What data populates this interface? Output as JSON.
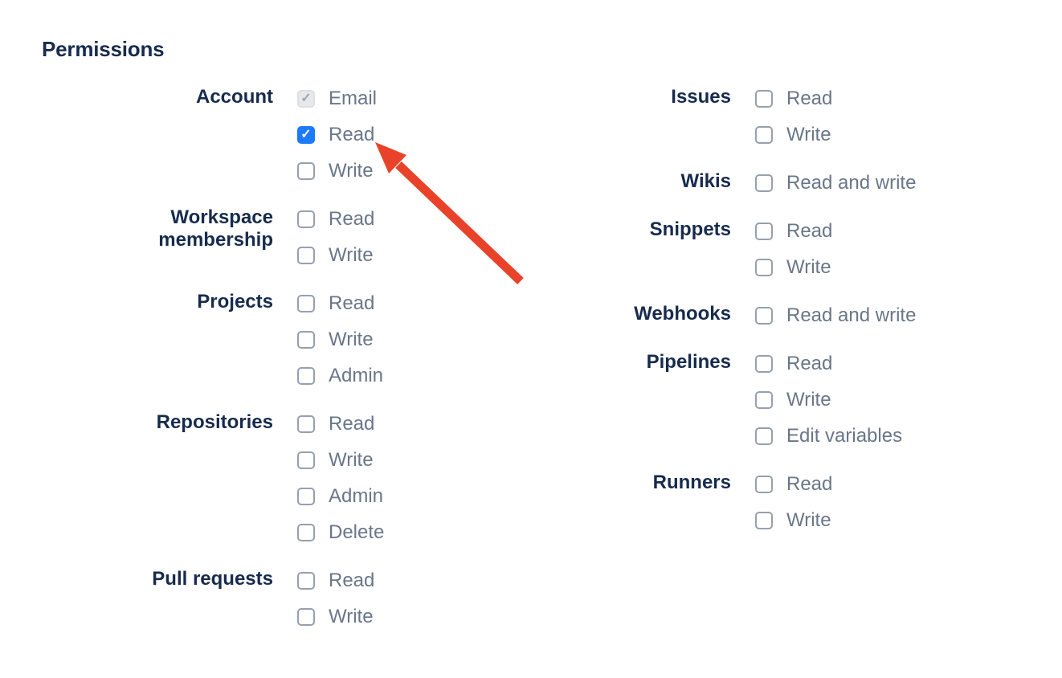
{
  "heading": "Permissions",
  "colors": {
    "checkbox_checked_blue": "#1D7AFC",
    "checkbox_disabled_gray": "#E7E8EC",
    "group_label_navy": "#172B4D",
    "option_label_gray": "#6A7689",
    "arrow_red": "#E8432A"
  },
  "columns": [
    {
      "groups": [
        {
          "label": "Account",
          "options": [
            {
              "label": "Email",
              "state": "disabled-checked"
            },
            {
              "label": "Read",
              "state": "checked"
            },
            {
              "label": "Write",
              "state": "unchecked"
            }
          ]
        },
        {
          "label": "Workspace membership",
          "options": [
            {
              "label": "Read",
              "state": "unchecked"
            },
            {
              "label": "Write",
              "state": "unchecked"
            }
          ]
        },
        {
          "label": "Projects",
          "options": [
            {
              "label": "Read",
              "state": "unchecked"
            },
            {
              "label": "Write",
              "state": "unchecked"
            },
            {
              "label": "Admin",
              "state": "unchecked"
            }
          ]
        },
        {
          "label": "Repositories",
          "options": [
            {
              "label": "Read",
              "state": "unchecked"
            },
            {
              "label": "Write",
              "state": "unchecked"
            },
            {
              "label": "Admin",
              "state": "unchecked"
            },
            {
              "label": "Delete",
              "state": "unchecked"
            }
          ]
        },
        {
          "label": "Pull requests",
          "options": [
            {
              "label": "Read",
              "state": "unchecked"
            },
            {
              "label": "Write",
              "state": "unchecked"
            }
          ]
        }
      ]
    },
    {
      "groups": [
        {
          "label": "Issues",
          "options": [
            {
              "label": "Read",
              "state": "unchecked"
            },
            {
              "label": "Write",
              "state": "unchecked"
            }
          ]
        },
        {
          "label": "Wikis",
          "options": [
            {
              "label": "Read and write",
              "state": "unchecked"
            }
          ]
        },
        {
          "label": "Snippets",
          "options": [
            {
              "label": "Read",
              "state": "unchecked"
            },
            {
              "label": "Write",
              "state": "unchecked"
            }
          ]
        },
        {
          "label": "Webhooks",
          "options": [
            {
              "label": "Read and write",
              "state": "unchecked"
            }
          ]
        },
        {
          "label": "Pipelines",
          "options": [
            {
              "label": "Read",
              "state": "unchecked"
            },
            {
              "label": "Write",
              "state": "unchecked"
            },
            {
              "label": "Edit variables",
              "state": "unchecked"
            }
          ]
        },
        {
          "label": "Runners",
          "options": [
            {
              "label": "Read",
              "state": "unchecked"
            },
            {
              "label": "Write",
              "state": "unchecked"
            }
          ]
        }
      ]
    }
  ]
}
